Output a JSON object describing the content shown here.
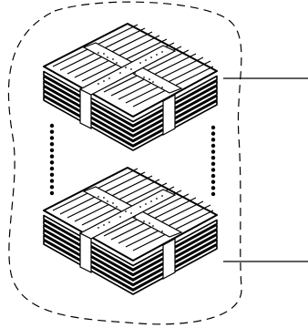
{
  "diagram": {
    "side_label": "",
    "stacks": [
      {
        "name": "upper-stack",
        "layers": 6
      },
      {
        "name": "lower-stack",
        "layers": 6
      }
    ],
    "connector_dot_columns": 2,
    "dots_per_column": 12,
    "line_color": "#000000",
    "background": "#ffffff"
  }
}
